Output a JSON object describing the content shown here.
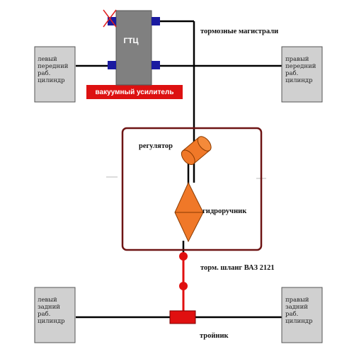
{
  "master_cylinder": {
    "label": "ГТЦ"
  },
  "vacuum_booster": {
    "label": "вакуумный усилитель"
  },
  "labels": {
    "brake_lines": "тормозные магистрали",
    "regulator": "регулятор",
    "hydro_handbrake": "гидроручник",
    "hose": "торм. шланг ВАЗ 2121",
    "tee": "тройник"
  },
  "wheels": {
    "front_left": "левый\nпередний\nраб.\nцилиндр",
    "front_right": "правый\nпередний\nраб.\nцилиндр",
    "rear_left": "левый\nзадний\nраб.\nцилиндр",
    "rear_right": "правый\nзадний\nраб.\nцилиндр"
  },
  "colors": {
    "line": "#000000",
    "master_cylinder": "#808080",
    "port": "#1a1aa0",
    "booster": "#dd1111",
    "frame": "#6e1414",
    "component": "#f07828",
    "hose": "#e01010",
    "wheel_box": "#d0d0d0"
  }
}
